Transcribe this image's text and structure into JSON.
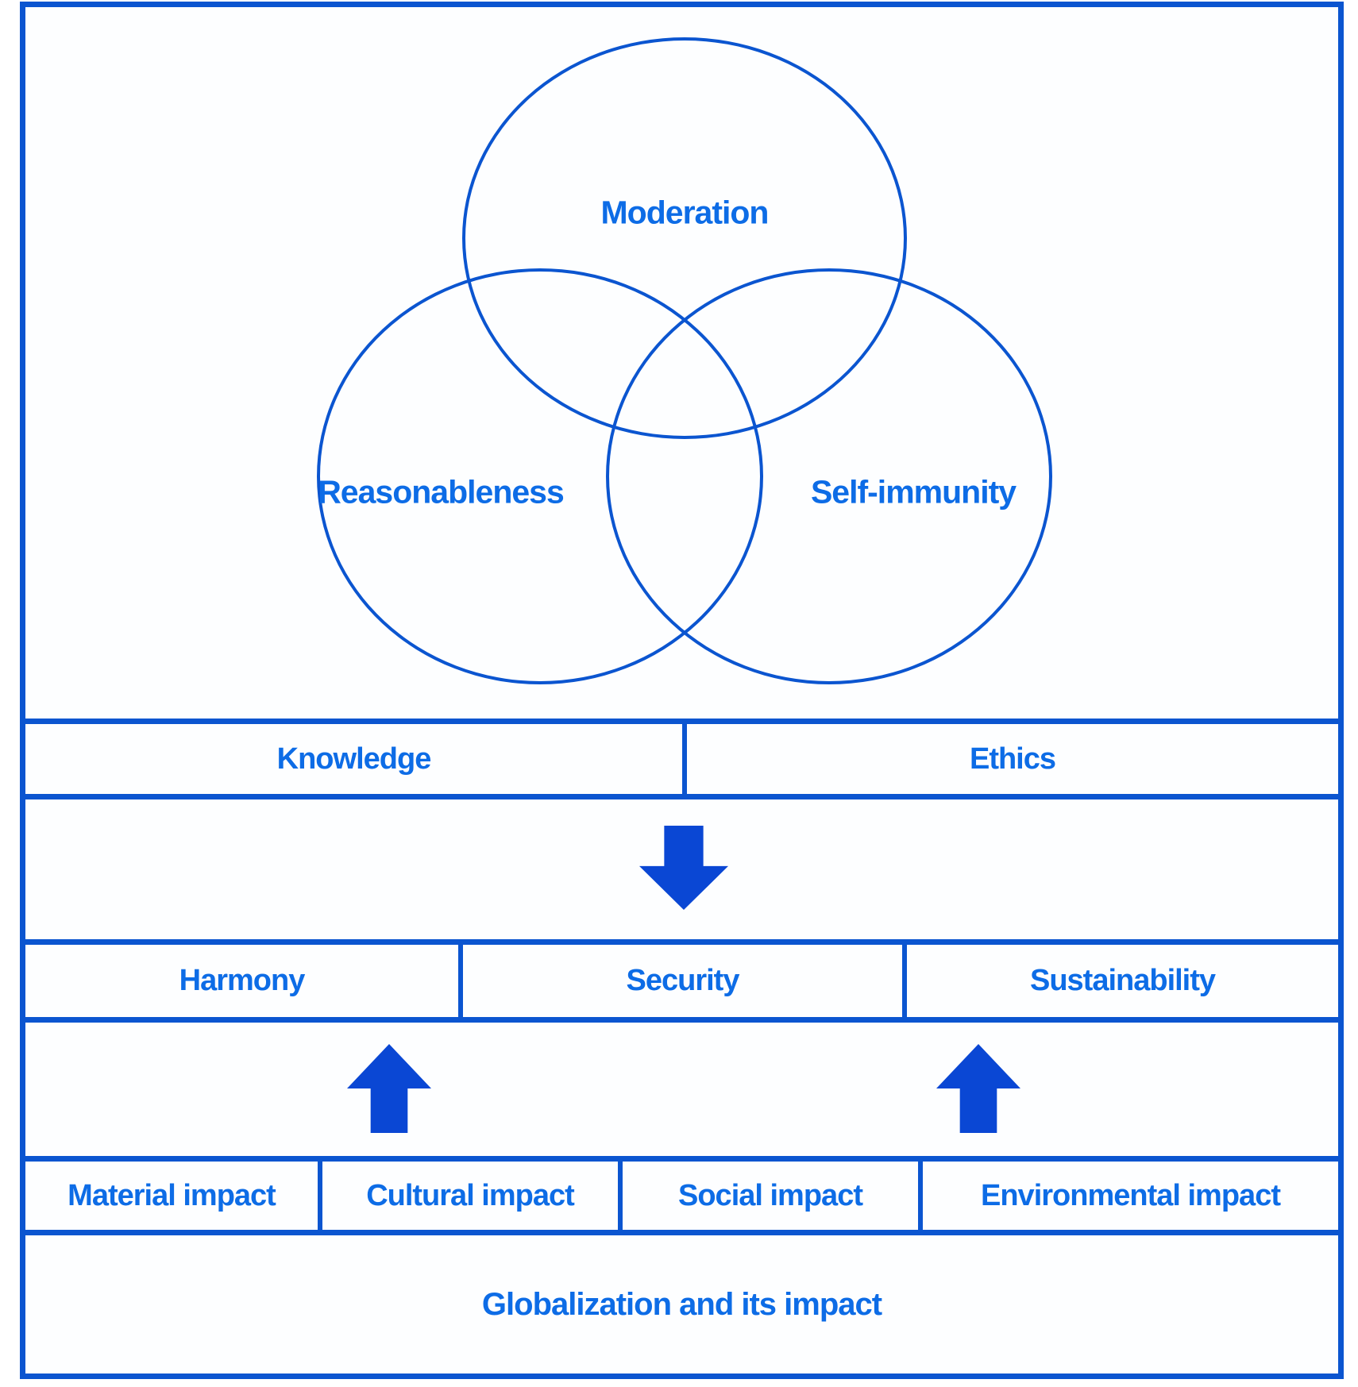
{
  "diagram_title": "Globalization and its impact",
  "colors": {
    "line_blue": "#0b55d0",
    "text_blue": "#0d6ce6",
    "arrow_blue": "#0a47d4",
    "background": "#ffffff"
  },
  "venn": {
    "circles": [
      {
        "label": "Moderation"
      },
      {
        "label": "Reasonableness"
      },
      {
        "label": "Self-immunity"
      }
    ]
  },
  "rows": {
    "factors": [
      "Knowledge",
      "Ethics"
    ],
    "outcomes": [
      "Harmony",
      "Security",
      "Sustainability"
    ],
    "impacts": [
      "Material impact",
      "Cultural impact",
      "Social impact",
      "Environmental impact"
    ],
    "base": "Globalization and its impact"
  },
  "arrows": {
    "down": "down-arrow",
    "up_left": "up-arrow",
    "up_right": "up-arrow"
  }
}
